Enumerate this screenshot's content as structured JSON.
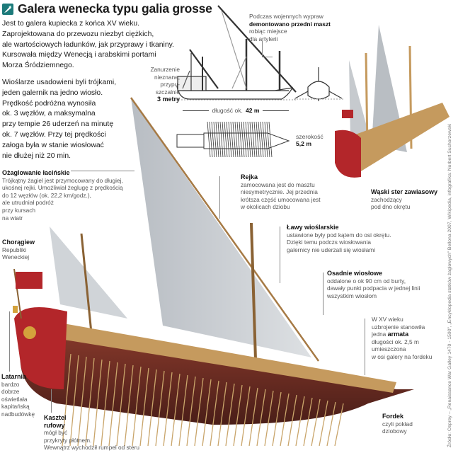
{
  "title": "Galera wenecka typu galia grosse",
  "intro": [
    "Jest to galera kupiecka z końca XV wieku.",
    "Zaprojektowana do przewozu niezbyt ciężkich,",
    "ale wartościowych ładunków, jak przyprawy i tkaniny.",
    "Kursowała między Wenecją i arabskimi portami",
    "Morza Śródziemnego."
  ],
  "rowers": [
    "Wioślarze usadowieni byli trójkami,",
    "jeden galernik na jedno wiosło.",
    "Prędkość podróżna wynosiła",
    "ok. 3 węzłów, a maksymalna",
    "przy tempie 26 uderzeń na minutę",
    "ok. 7 węzłów. Przy tej prędkości",
    "załoga była w stanie wiosłować",
    "nie dłużej niż 20 min."
  ],
  "annotations": {
    "draft": {
      "lines": [
        "Zanurzenie",
        "nieznane,",
        "przypu-",
        "szczalnie"
      ],
      "value": "3 metry"
    },
    "foremast": {
      "line1": "Podczas wojennych wypraw",
      "bold": "demontowano przedni maszt",
      "line3": "robiąc miejsce",
      "line4": "dla artylerii"
    },
    "length": {
      "label": "długość ok.",
      "value": "42 m"
    },
    "width": {
      "label": "szerokość",
      "value": "5,2 m"
    },
    "lateen": {
      "title": "Ożaglowanie łacińskie",
      "lines": [
        "Trójkątny żagiel jest przymocowany do długiej,",
        "ukośnej rejki. Umożliwiał żeglugę z prędkością",
        "do 12 węzłów (ok. 22,2 km/godz.),",
        "ale utrudniał podróż",
        "przy kursach",
        "na wiatr"
      ]
    },
    "yard": {
      "title": "Rejka",
      "lines": [
        "zamocowana jest do masztu",
        "niesymetrycznie. Jej przednia",
        "krótsza część umocowana jest",
        "w okolicach dziobu"
      ]
    },
    "rudder": {
      "title": "Wąski ster zawiasowy",
      "lines": [
        "zachodzący",
        "pod dno okrętu"
      ]
    },
    "flag": {
      "title": "Chorągiew",
      "lines": [
        "Republiki",
        "Weneckiej"
      ]
    },
    "benches": {
      "title": "Ławy wioślarskie",
      "lines": [
        "ustawione były pod kątem do osi okrętu.",
        "Dzięki temu podczs wiosłowania",
        "galernicy nie uderzali się wiosłami"
      ]
    },
    "outrigger": {
      "title": "Osadnie wiosłowe",
      "lines": [
        "oddalone o ok 90 cm od burty,",
        "dawały punkt podpacia w jednej linii",
        "wszystkim wiosłom"
      ]
    },
    "cannon": {
      "line1": "W XV wieku",
      "line2": "uzbrojenie stanowiła",
      "pre": "jedna ",
      "bold": "armata",
      "line4": "długości ok. 2,5 m",
      "line5": "umieszczona",
      "line6": "w osi galery na fordeku"
    },
    "lantern": {
      "title": "Latarnia",
      "lines": [
        "bardzo",
        "dobrze",
        "oświetlała",
        "kapitańską",
        "nadbudówkę"
      ]
    },
    "sterncastle": {
      "title1": "Kasztel",
      "title2": "rufowy",
      "lines": [
        "mógł być",
        "przykryty płótnem.",
        "Wewnątrz wychodził rumpel od steru"
      ]
    },
    "forecastle": {
      "title": "Fordek",
      "lines": [
        "czyli pokład",
        "dziobowy"
      ]
    }
  },
  "source": "Źródło: Osprey – „Renaissance War Galley 1470 - 1590”, „Encyklopedia statków żaglowych” Bellona 2007, Wikipedia, infografika: Norbert Suchorzewski",
  "colors": {
    "accent": "#1c7a7a",
    "hull": "#6b2a22",
    "sail": "#c9cdd2",
    "wood": "#c59a5e",
    "red": "#b3262a"
  }
}
